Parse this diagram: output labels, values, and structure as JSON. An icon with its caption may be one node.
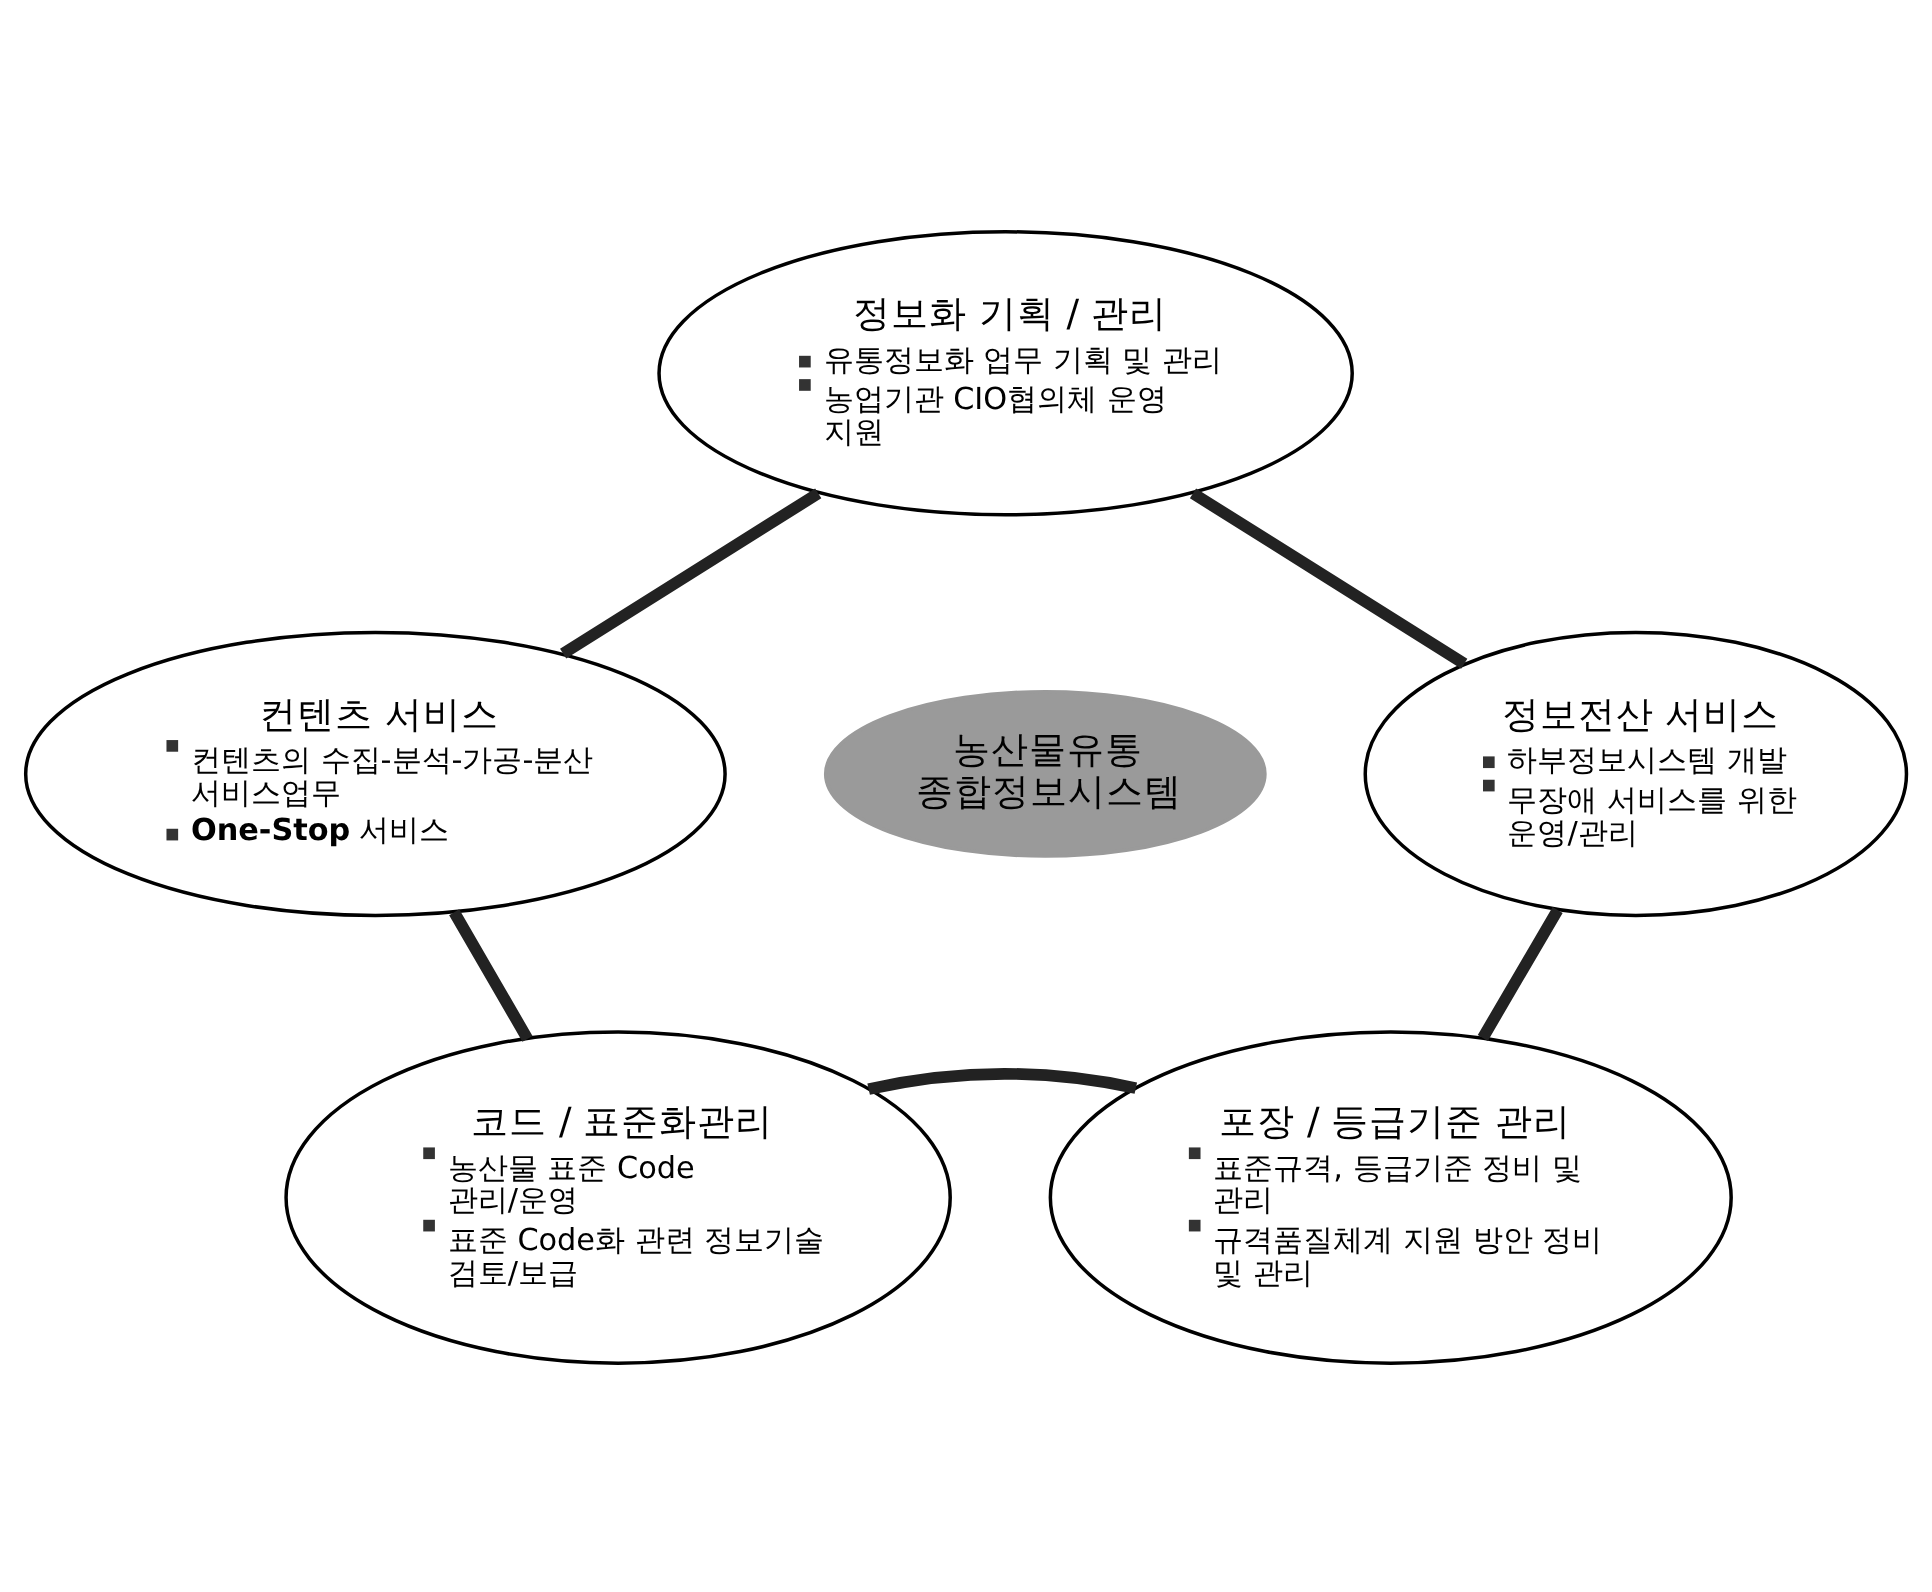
{
  "diagram": {
    "nodes": [
      {
        "text": [
          "정보화 기획 / 관리",
          "유통정보화 업무 기획 및 관리",
          "농업기관 CIO협의체 운영 지원"
        ]
      },
      {
        "text": [
          "컨텐츠 서비스",
          "컨텐츠의 수집-분석-가공-분산 서비스업무",
          "**One-Stop** 서비스"
        ]
      },
      {
        "text": [
          "정보전산 서비스",
          "하부정보시스템 개발",
          "무장애 서비스를 위한 운영/관리"
        ]
      },
      {
        "text": [
          "농산물유통 종합정보시스템"
        ]
      },
      {
        "text": [
          "코드 / 표준화관리",
          "농산물 표준 Code 관리/운영",
          "표준 Code화 관련 정보기술 검토/보급"
        ]
      },
      {
        "text": [
          "포장 / 등급기준 관리",
          "표준규격, 등급기준 정비 및 관리",
          "규격품질체계 지원 방안 정비 및 관리"
        ]
      }
    ],
    "edges": [
      {
        "from": 0,
        "to": 1,
        "arrow": "none"
      },
      {
        "from": 0,
        "to": 2,
        "arrow": "none"
      },
      {
        "from": 2,
        "to": 5,
        "arrow": "none"
      },
      {
        "from": 4,
        "to": 5,
        "arrow": "none"
      },
      {
        "from": 1,
        "to": 4,
        "arrow": "none"
      }
    ]
  }
}
